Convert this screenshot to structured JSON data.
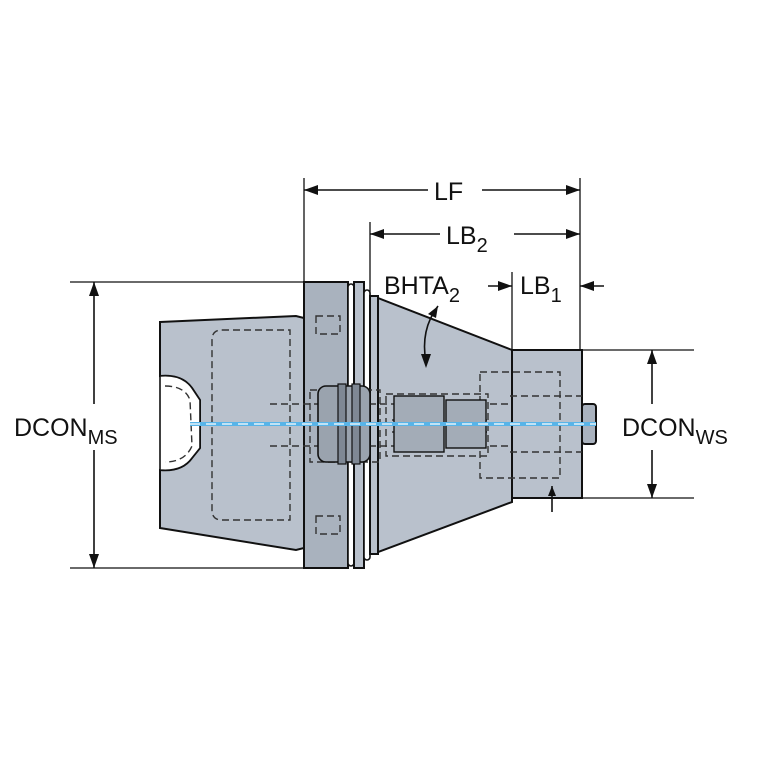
{
  "diagram": {
    "labels": {
      "lf": "LF",
      "lb2_main": "LB",
      "lb2_sub": "2",
      "bhta_main": "BHTA",
      "bhta_sub": "2",
      "lb1_main": "LB",
      "lb1_sub": "1",
      "dcon_ms_main": "DCON",
      "dcon_ms_sub": "MS",
      "dcon_ws_main": "DCON",
      "dcon_ws_sub": "WS"
    },
    "colors": {
      "body_fill": "#b9c1cc",
      "axis_highlight": "#58b4e8",
      "line": "#111111"
    }
  }
}
